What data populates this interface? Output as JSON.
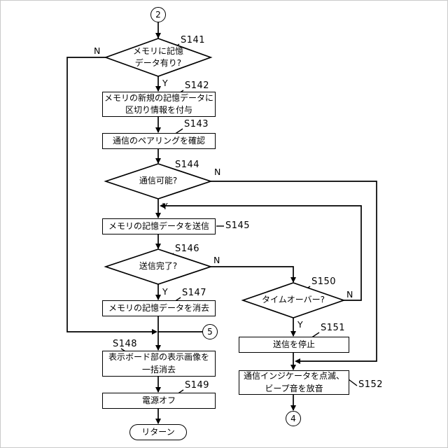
{
  "diagram": {
    "kind": "flowchart",
    "line_color": "#000000",
    "background": "#ffffff"
  },
  "connectors": {
    "c2": "2",
    "c5": "5",
    "c4": "4"
  },
  "branch": {
    "yes": "Y",
    "no": "N"
  },
  "nodes": {
    "d141": {
      "label": "S141",
      "text": "メモリに記憶\nデータ有り?"
    },
    "b142": {
      "label": "S142",
      "text": "メモリの新規の記憶データに\n区切り情報を付与"
    },
    "b143": {
      "label": "S143",
      "text": "通信のペアリングを確認"
    },
    "d144": {
      "label": "S144",
      "text": "通信可能?"
    },
    "b145": {
      "label": "S145",
      "text": "メモリの記憶データを送信"
    },
    "d146": {
      "label": "S146",
      "text": "送信完了?"
    },
    "b147": {
      "label": "S147",
      "text": "メモリの記憶データを消去"
    },
    "b148": {
      "label": "S148",
      "text": "表示ボード部の表示画像を\n一括消去"
    },
    "b149": {
      "label": "S149",
      "text": "電源オフ"
    },
    "d150": {
      "label": "S150",
      "text": "タイムオーバー?"
    },
    "b151": {
      "label": "S151",
      "text": "送信を停止"
    },
    "b152": {
      "label": "S152",
      "text": "通信インジケータを点滅、\nビープ音を放音"
    },
    "t_return": {
      "text": "リターン"
    }
  }
}
